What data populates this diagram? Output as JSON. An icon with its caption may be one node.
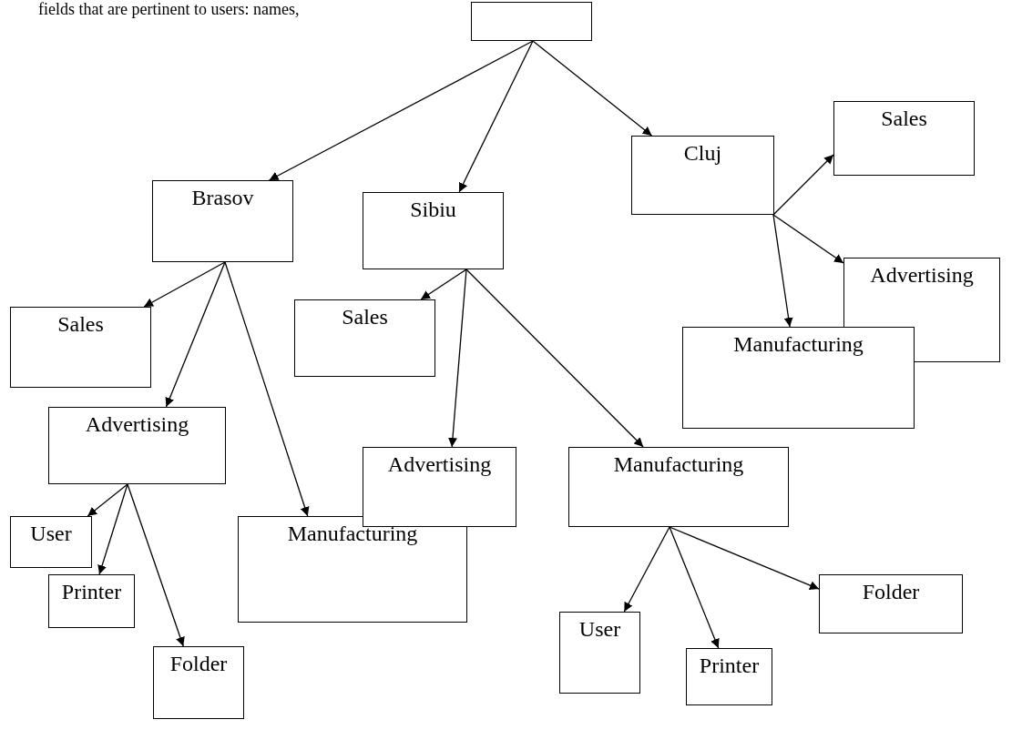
{
  "diagram": {
    "nodes": [
      {
        "text": [],
        "shape": "box"
      },
      {
        "text": [
          "Brasov"
        ]
      },
      {
        "text": [
          "Sibiu"
        ]
      },
      {
        "text": [
          "Cluj"
        ]
      },
      {
        "text": [
          "Sales"
        ]
      },
      {
        "text": [
          "Advertising"
        ]
      },
      {
        "text": [
          "Manufacturing"
        ]
      },
      {
        "text": [
          "Sales"
        ]
      },
      {
        "text": [
          "Advertising"
        ]
      },
      {
        "text": [
          "User"
        ]
      },
      {
        "text": [
          "Printer"
        ]
      },
      {
        "text": [
          "Folder"
        ]
      },
      {
        "text": [
          "Manufacturing"
        ]
      },
      {
        "text": [
          "Sales"
        ]
      },
      {
        "text": [
          "Advertising"
        ]
      },
      {
        "text": [
          "Manufacturing"
        ]
      },
      {
        "text": [
          "User"
        ]
      },
      {
        "text": [
          "Printer"
        ]
      },
      {
        "text": [
          "Folder"
        ]
      }
    ],
    "edges": [
      {
        "from": 0,
        "to": 1,
        "arrow": "to"
      },
      {
        "from": 0,
        "to": 2,
        "arrow": "to"
      },
      {
        "from": 0,
        "to": 3,
        "arrow": "to"
      },
      {
        "from": 3,
        "to": 4,
        "arrow": "to"
      },
      {
        "from": 3,
        "to": 5,
        "arrow": "to"
      },
      {
        "from": 3,
        "to": 6,
        "arrow": "to"
      },
      {
        "from": 1,
        "to": 7,
        "arrow": "to"
      },
      {
        "from": 1,
        "to": 8,
        "arrow": "to"
      },
      {
        "from": 1,
        "to": 12,
        "arrow": "to"
      },
      {
        "from": 8,
        "to": 9,
        "arrow": "to"
      },
      {
        "from": 8,
        "to": 10,
        "arrow": "to"
      },
      {
        "from": 8,
        "to": 11,
        "arrow": "to"
      },
      {
        "from": 2,
        "to": 13,
        "arrow": "to"
      },
      {
        "from": 2,
        "to": 14,
        "arrow": "to"
      },
      {
        "from": 2,
        "to": 15,
        "arrow": "to"
      },
      {
        "from": 15,
        "to": 16,
        "arrow": "to"
      },
      {
        "from": 15,
        "to": 17,
        "arrow": "to"
      },
      {
        "from": 15,
        "to": 18,
        "arrow": "to"
      }
    ],
    "labels": [
      "fields that are pertinent to users: names,"
    ]
  }
}
